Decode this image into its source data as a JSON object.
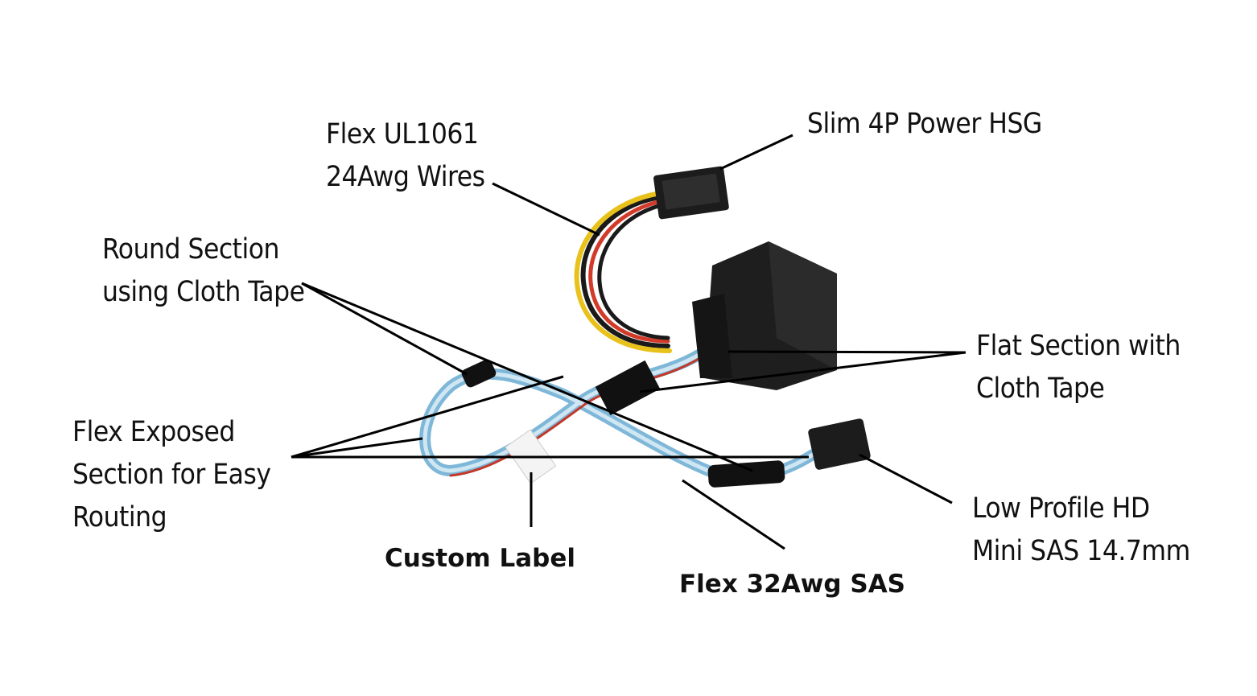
{
  "labels": {
    "flex_ul1061": {
      "line1": "Flex UL1061",
      "line2": "24Awg Wires"
    },
    "slim_4p_power": {
      "line1": "Slim 4P Power HSG"
    },
    "round_section": {
      "line1": "Round Section",
      "line2": "using Cloth Tape"
    },
    "flat_section": {
      "line1": "Flat Section with",
      "line2": "Cloth Tape"
    },
    "flex_exposed": {
      "line1": "Flex Exposed",
      "line2": "Section for Easy",
      "line3": "Routing"
    },
    "low_profile": {
      "line1": "Low Profile HD",
      "line2": "Mini SAS 14.7mm"
    },
    "custom_label": {
      "line1": "Custom Label"
    },
    "flex_32awg": {
      "line1": "Flex 32Awg SAS"
    }
  },
  "colors": {
    "connector_black": "#1c1c1c",
    "sas_wire_blue": "#7fb7d8",
    "power_wire_yellow": "#e8c21a",
    "power_wire_red": "#d23a2a",
    "sleeve_black": "#111111"
  }
}
